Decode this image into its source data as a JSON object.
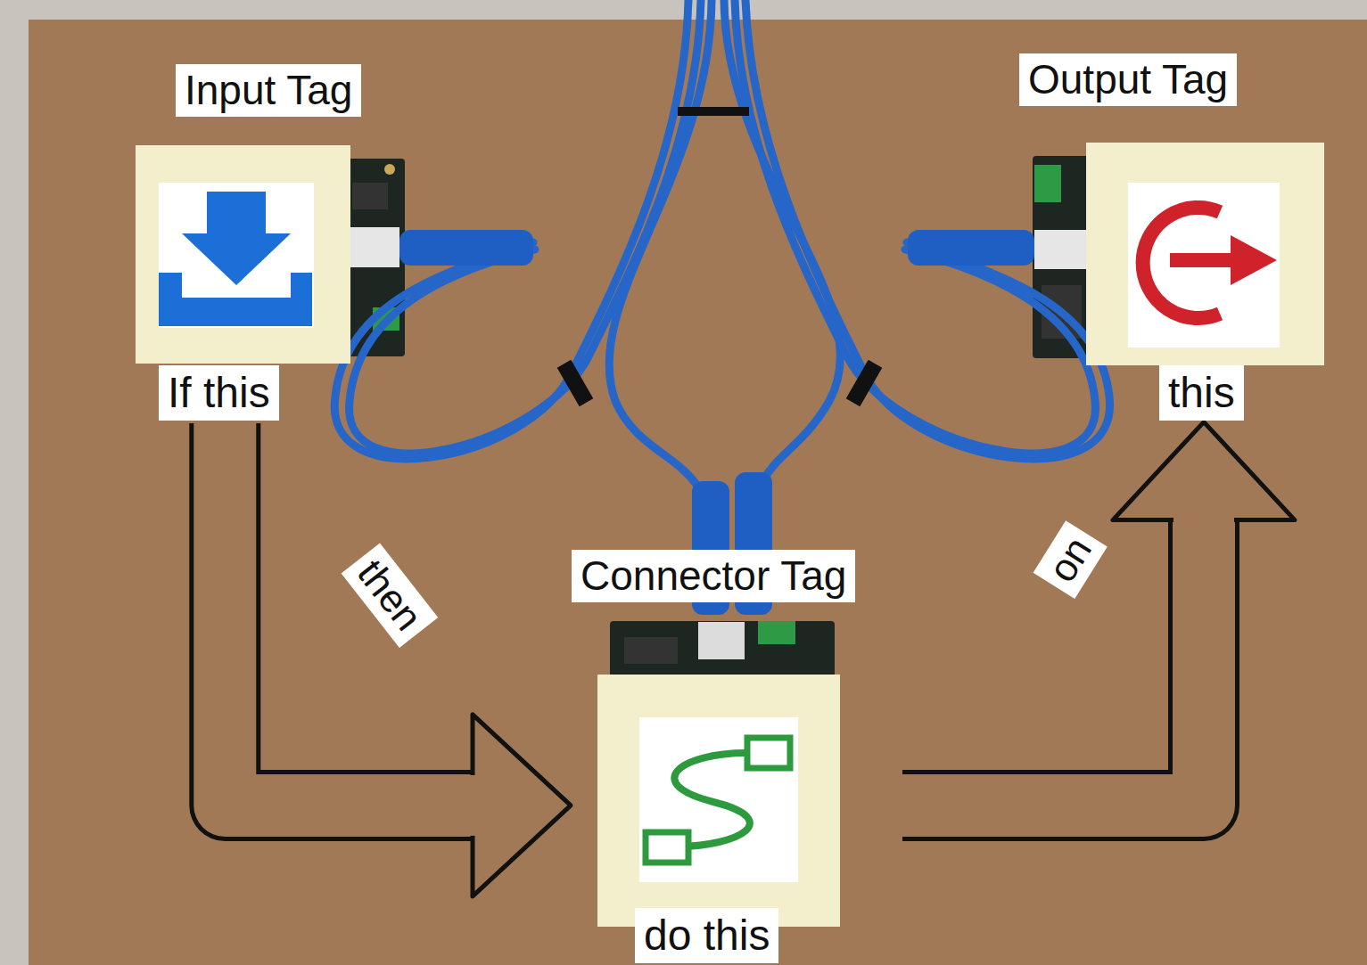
{
  "diagram": {
    "nodes": [
      {
        "text": [
          "Input Tag",
          "If this"
        ]
      },
      {
        "text": [
          "Output Tag",
          "this"
        ]
      },
      {
        "text": [
          "Connector Tag",
          "do this"
        ]
      }
    ],
    "edges": [
      {
        "from": 0,
        "to": 2,
        "arrow": "to",
        "label": "then"
      },
      {
        "from": 2,
        "to": 1,
        "arrow": "to",
        "label": "on"
      }
    ]
  }
}
